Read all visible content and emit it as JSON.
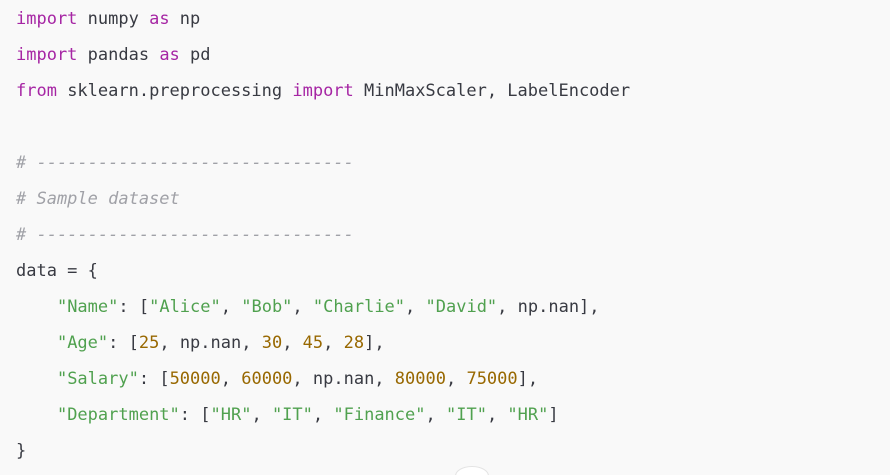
{
  "colors": {
    "background": "#f9f9f9",
    "keyword": "#a626a4",
    "string": "#50a14f",
    "number": "#986801",
    "comment": "#a0a1a7",
    "plain": "#383a42"
  },
  "code": {
    "language": "python",
    "lines": [
      [
        {
          "t": "keyword",
          "v": "import"
        },
        {
          "t": "plain",
          "v": " numpy "
        },
        {
          "t": "keyword",
          "v": "as"
        },
        {
          "t": "plain",
          "v": " np"
        }
      ],
      [
        {
          "t": "keyword",
          "v": "import"
        },
        {
          "t": "plain",
          "v": " pandas "
        },
        {
          "t": "keyword",
          "v": "as"
        },
        {
          "t": "plain",
          "v": " pd"
        }
      ],
      [
        {
          "t": "keyword",
          "v": "from"
        },
        {
          "t": "plain",
          "v": " sklearn.preprocessing "
        },
        {
          "t": "keyword",
          "v": "import"
        },
        {
          "t": "plain",
          "v": " MinMaxScaler, LabelEncoder"
        }
      ],
      [],
      [
        {
          "t": "comment",
          "v": "# -------------------------------"
        }
      ],
      [
        {
          "t": "comment",
          "v": "# Sample dataset"
        }
      ],
      [
        {
          "t": "comment",
          "v": "# -------------------------------"
        }
      ],
      [
        {
          "t": "plain",
          "v": "data = {"
        }
      ],
      [
        {
          "t": "plain",
          "v": "    "
        },
        {
          "t": "string",
          "v": "\"Name\""
        },
        {
          "t": "plain",
          "v": ": ["
        },
        {
          "t": "string",
          "v": "\"Alice\""
        },
        {
          "t": "plain",
          "v": ", "
        },
        {
          "t": "string",
          "v": "\"Bob\""
        },
        {
          "t": "plain",
          "v": ", "
        },
        {
          "t": "string",
          "v": "\"Charlie\""
        },
        {
          "t": "plain",
          "v": ", "
        },
        {
          "t": "string",
          "v": "\"David\""
        },
        {
          "t": "plain",
          "v": ", np.nan],"
        }
      ],
      [
        {
          "t": "plain",
          "v": "    "
        },
        {
          "t": "string",
          "v": "\"Age\""
        },
        {
          "t": "plain",
          "v": ": ["
        },
        {
          "t": "number",
          "v": "25"
        },
        {
          "t": "plain",
          "v": ", np.nan, "
        },
        {
          "t": "number",
          "v": "30"
        },
        {
          "t": "plain",
          "v": ", "
        },
        {
          "t": "number",
          "v": "45"
        },
        {
          "t": "plain",
          "v": ", "
        },
        {
          "t": "number",
          "v": "28"
        },
        {
          "t": "plain",
          "v": "],"
        }
      ],
      [
        {
          "t": "plain",
          "v": "    "
        },
        {
          "t": "string",
          "v": "\"Salary\""
        },
        {
          "t": "plain",
          "v": ": ["
        },
        {
          "t": "number",
          "v": "50000"
        },
        {
          "t": "plain",
          "v": ", "
        },
        {
          "t": "number",
          "v": "60000"
        },
        {
          "t": "plain",
          "v": ", np.nan, "
        },
        {
          "t": "number",
          "v": "80000"
        },
        {
          "t": "plain",
          "v": ", "
        },
        {
          "t": "number",
          "v": "75000"
        },
        {
          "t": "plain",
          "v": "],"
        }
      ],
      [
        {
          "t": "plain",
          "v": "    "
        },
        {
          "t": "string",
          "v": "\"Department\""
        },
        {
          "t": "plain",
          "v": ": ["
        },
        {
          "t": "string",
          "v": "\"HR\""
        },
        {
          "t": "plain",
          "v": ", "
        },
        {
          "t": "string",
          "v": "\"IT\""
        },
        {
          "t": "plain",
          "v": ", "
        },
        {
          "t": "string",
          "v": "\"Finance\""
        },
        {
          "t": "plain",
          "v": ", "
        },
        {
          "t": "string",
          "v": "\"IT\""
        },
        {
          "t": "plain",
          "v": ", "
        },
        {
          "t": "string",
          "v": "\"HR\""
        },
        {
          "t": "plain",
          "v": "]"
        }
      ],
      [
        {
          "t": "plain",
          "v": "}"
        }
      ]
    ]
  }
}
